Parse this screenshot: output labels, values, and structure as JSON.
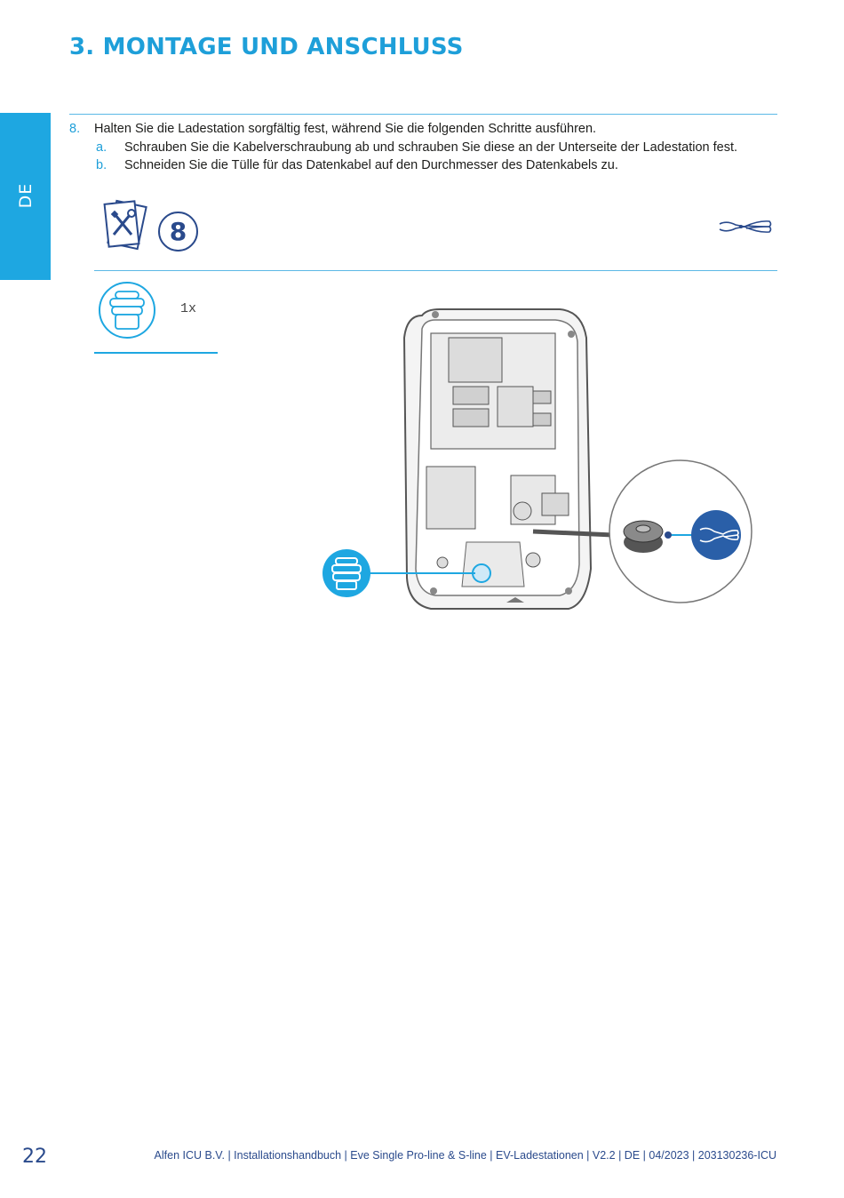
{
  "header": {
    "title": "3. MONTAGE UND ANSCHLUSS"
  },
  "side_tab": {
    "label": "DE"
  },
  "steps": {
    "main": {
      "number": "8.",
      "text": "Halten Sie die Ladestation sorgfältig fest, während Sie die folgenden Schritte ausführen."
    },
    "substeps": [
      {
        "letter": "a.",
        "text": "Schrauben Sie die Kabelverschraubung ab und schrauben Sie diese an der Unterseite der Ladestation fest."
      },
      {
        "letter": "b.",
        "text": "Schneiden Sie die Tülle für das Datenkabel auf den Durchmesser des Datenkabels zu."
      }
    ]
  },
  "step_badge": {
    "number": "8"
  },
  "parts": {
    "quantity": "1x"
  },
  "icons": {
    "tools": "manual-tools-icon",
    "pliers": "pliers-icon",
    "gland": "cable-gland-icon"
  },
  "footer": {
    "page_number": "22",
    "text": "Alfen ICU B.V. | Installationshandbuch | Eve Single Pro-line & S-line | EV-Ladestationen  | V2.2 | DE | 04/2023 | 203130236-ICU"
  },
  "colors": {
    "accent": "#1ea7e1",
    "navy": "#2a4a8c",
    "rule": "#5bb8e6"
  }
}
